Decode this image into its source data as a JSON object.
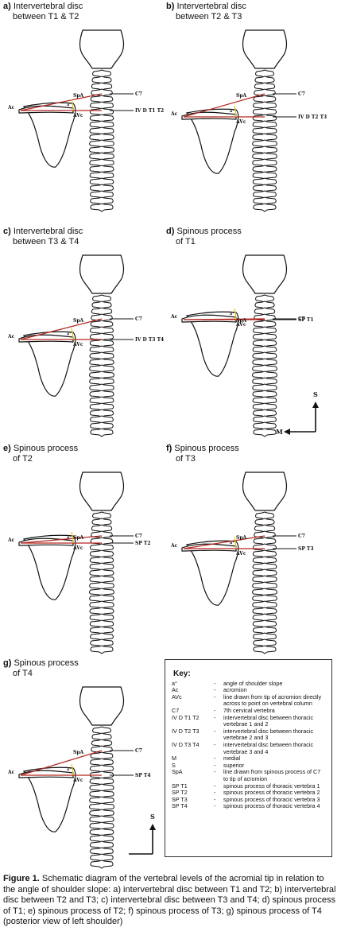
{
  "panels": [
    {
      "letter": "a)",
      "line1": "Intervertebral disc",
      "line2": "between T1 & T2",
      "level_label": "IV D T1 T2",
      "scale": false
    },
    {
      "letter": "b)",
      "line1": "Intervertebral disc",
      "line2": "between T2 & T3",
      "level_label": "IV D T2 T3",
      "scale": false
    },
    {
      "letter": "c)",
      "line1": "Intervertebral disc",
      "line2": "between T3 & T4",
      "level_label": "IV D T3 T4",
      "scale": false
    },
    {
      "letter": "d)",
      "line1": "Spinous process",
      "line2": "of T1",
      "level_label": "SP T1",
      "scale": true
    },
    {
      "letter": "e)",
      "line1": "Spinous process",
      "line2": "of T2",
      "level_label": "SP T2",
      "scale": false
    },
    {
      "letter": "f)",
      "line1": "Spinous process",
      "line2": "of T3",
      "level_label": "SP T3",
      "scale": false
    },
    {
      "letter": "g)",
      "line1": "Spinous process",
      "line2": "of T4",
      "level_label": "SP T4",
      "scale": true
    }
  ],
  "diagram_labels": {
    "c7": "C7",
    "spa": "SpA",
    "avc": "AVc",
    "ac": "Ac",
    "angle": "a°",
    "superior": "S",
    "medial": "M"
  },
  "key": {
    "title": "Key:",
    "rows": [
      {
        "abbr": "a°",
        "def": "angle of shoulder slope"
      },
      {
        "abbr": "Ac",
        "def": "acromion"
      },
      {
        "abbr": "AVc",
        "def": "line drawn from tip of acromion directly across to point on vertebral column"
      },
      {
        "abbr": "C7",
        "def": "7th cervical vertebra"
      },
      {
        "abbr": "IV D T1 T2",
        "def": "intervertebral disc between thoracic vertebrae 1 and 2"
      },
      {
        "abbr": "IV D T2 T3",
        "def": "intervertebral disc between thoracic vertebrae 2 and 3"
      },
      {
        "abbr": "IV D T3 T4",
        "def": "intervertebral disc between thoracic vertebrae 3 and 4"
      },
      {
        "abbr": "M",
        "def": "medial"
      },
      {
        "abbr": "S",
        "def": "superior"
      },
      {
        "abbr": "SpA",
        "def": "line drawn from spinous process of C7 to tip of acromion"
      },
      {
        "abbr": "SP T1",
        "def": "spinous process of thoracic vertebra 1"
      },
      {
        "abbr": "SP T2",
        "def": "spinous process of thoracic vertebra 2"
      },
      {
        "abbr": "SP T3",
        "def": "spinous process of thoracic vertebra 3"
      },
      {
        "abbr": "SP T4",
        "def": "spinous process of thoracic vertebra 4"
      }
    ]
  },
  "caption": {
    "label": "Figure 1.",
    "text": " Schematic diagram of the vertebral levels of the acromial tip in relation to the angle of shoulder slope: a) intervertebral disc between T1 and T2; b) intervertebral disc between T2 and T3; c) intervertebral disc between T3 and T4; d) spinous process of T1; e) spinous process of T2; f) spinous process of T3; g) spinous process of T4 (posterior view of left shoulder)"
  },
  "colors": {
    "line_red": "#b3261e",
    "angle_yellow": "#e6c619",
    "ink": "#111111"
  }
}
